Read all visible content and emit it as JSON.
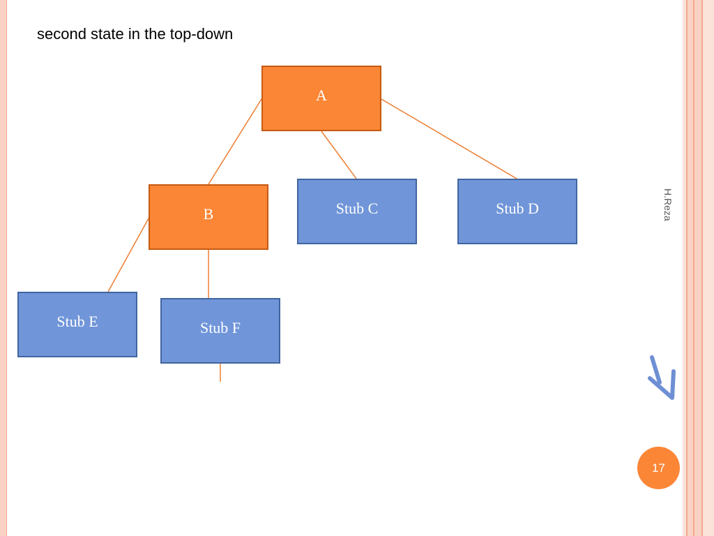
{
  "slide": {
    "title": "second state in the top-down",
    "author": "H.Reza",
    "page_number": "17"
  },
  "diagram": {
    "nodes": [
      {
        "id": "A",
        "label": "A",
        "kind": "module",
        "color": "#fb8636"
      },
      {
        "id": "B",
        "label": "B",
        "kind": "module",
        "color": "#fb8636"
      },
      {
        "id": "C",
        "label": "Stub C",
        "kind": "stub",
        "color": "#7095d9"
      },
      {
        "id": "D",
        "label": "Stub D",
        "kind": "stub",
        "color": "#7095d9"
      },
      {
        "id": "E",
        "label": "Stub E",
        "kind": "stub",
        "color": "#7095d9"
      },
      {
        "id": "F",
        "label": "Stub F",
        "kind": "stub",
        "color": "#7095d9"
      }
    ],
    "edges": [
      {
        "from": "A",
        "to": "B"
      },
      {
        "from": "A",
        "to": "C"
      },
      {
        "from": "A",
        "to": "D"
      },
      {
        "from": "B",
        "to": "E"
      },
      {
        "from": "B",
        "to": "F"
      }
    ],
    "edge_color": "#ed7d31"
  },
  "icons": {
    "nav_arrow": "arrow-down-right-icon"
  }
}
